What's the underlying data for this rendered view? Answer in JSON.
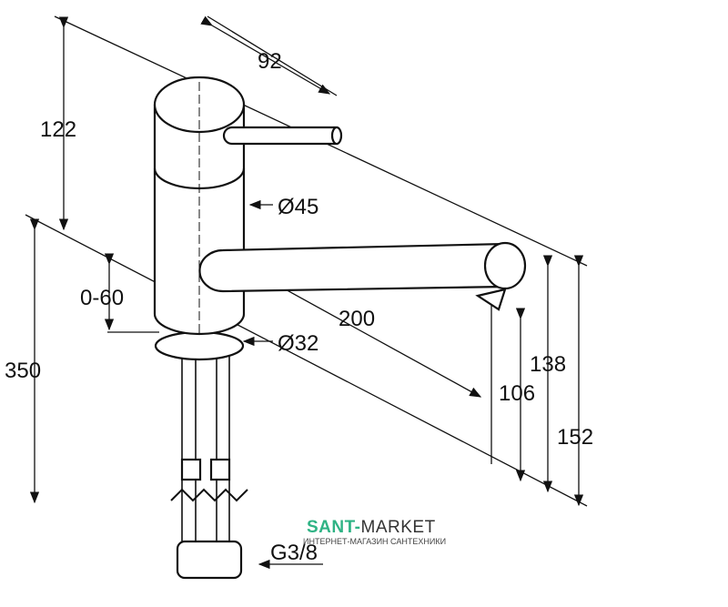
{
  "dimensions": {
    "lever_reach": "92",
    "height_to_lever_top": "122",
    "body_diameter": "Ø45",
    "rotation_range": "0-60",
    "spout_reach": "200",
    "base_diameter": "Ø32",
    "hose_length": "350",
    "spout_height": "138",
    "outlet_height": "106",
    "total_height": "152",
    "connection_thread": "G3/8"
  },
  "watermark": {
    "brand_part1": "SANT-",
    "brand_part2": "MARKET",
    "subtitle": "ИНТЕРНЕТ-МАГАЗИН САНТЕХНИКИ"
  },
  "colors": {
    "brand_green": "#2fb385",
    "line": "#111111"
  }
}
